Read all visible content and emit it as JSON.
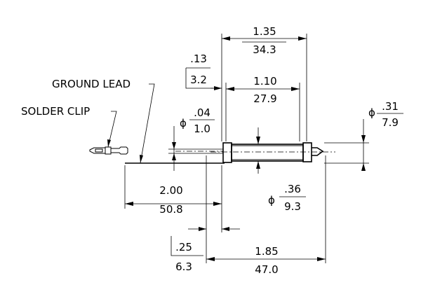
{
  "labels": {
    "ground_lead": "GROUND LEAD",
    "solder_clip": "SOLDER CLIP"
  },
  "dimensions": {
    "overall_length": {
      "in": "1.35",
      "mm": "34.3"
    },
    "body_length": {
      "in": "1.10",
      "mm": "27.9"
    },
    "tip_offset": {
      "in": ".13",
      "mm": "3.2"
    },
    "lead_diameter": {
      "symbol": "ϕ",
      "in": ".04",
      "mm": "1.0"
    },
    "head_diameter": {
      "symbol": "ϕ",
      "in": ".31",
      "mm": "7.9"
    },
    "body_diameter": {
      "symbol": "ϕ",
      "in": ".36",
      "mm": "9.3"
    },
    "ground_lead_length": {
      "in": "2.00",
      "mm": "50.8"
    },
    "shoulder": {
      "in": ".25",
      "mm": "6.3"
    },
    "probe_length": {
      "in": "1.85",
      "mm": "47.0"
    }
  }
}
